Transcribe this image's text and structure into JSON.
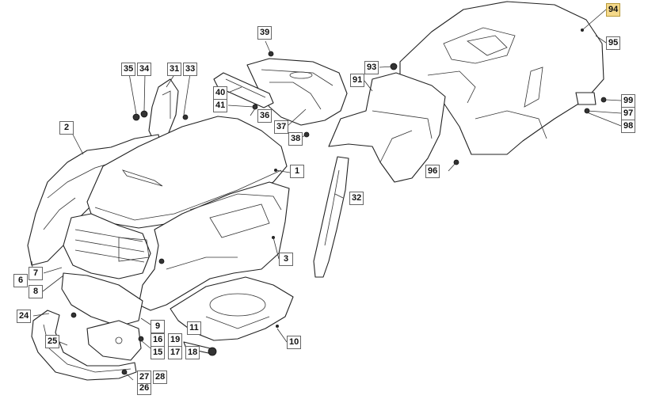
{
  "diagram": {
    "highlight_color": "#f5d98a",
    "callouts": [
      {
        "id": "1",
        "label": "1"
      },
      {
        "id": "2",
        "label": "2"
      },
      {
        "id": "3",
        "label": "3"
      },
      {
        "id": "6",
        "label": "6"
      },
      {
        "id": "7",
        "label": "7"
      },
      {
        "id": "8",
        "label": "8"
      },
      {
        "id": "9",
        "label": "9"
      },
      {
        "id": "10",
        "label": "10"
      },
      {
        "id": "11",
        "label": "11"
      },
      {
        "id": "15",
        "label": "15"
      },
      {
        "id": "16",
        "label": "16"
      },
      {
        "id": "17",
        "label": "17"
      },
      {
        "id": "18",
        "label": "18"
      },
      {
        "id": "19",
        "label": "19"
      },
      {
        "id": "24",
        "label": "24"
      },
      {
        "id": "25",
        "label": "25"
      },
      {
        "id": "26",
        "label": "26"
      },
      {
        "id": "27",
        "label": "27"
      },
      {
        "id": "28",
        "label": "28"
      },
      {
        "id": "31",
        "label": "31"
      },
      {
        "id": "32",
        "label": "32"
      },
      {
        "id": "33",
        "label": "33"
      },
      {
        "id": "34",
        "label": "34"
      },
      {
        "id": "35",
        "label": "35"
      },
      {
        "id": "36",
        "label": "36"
      },
      {
        "id": "37",
        "label": "37"
      },
      {
        "id": "38",
        "label": "38"
      },
      {
        "id": "39",
        "label": "39"
      },
      {
        "id": "40",
        "label": "40"
      },
      {
        "id": "41",
        "label": "41"
      },
      {
        "id": "91",
        "label": "91"
      },
      {
        "id": "93",
        "label": "93"
      },
      {
        "id": "94",
        "label": "94",
        "highlighted": true
      },
      {
        "id": "95",
        "label": "95"
      },
      {
        "id": "96",
        "label": "96"
      },
      {
        "id": "97",
        "label": "97"
      },
      {
        "id": "98",
        "label": "98"
      },
      {
        "id": "99",
        "label": "99"
      }
    ]
  }
}
